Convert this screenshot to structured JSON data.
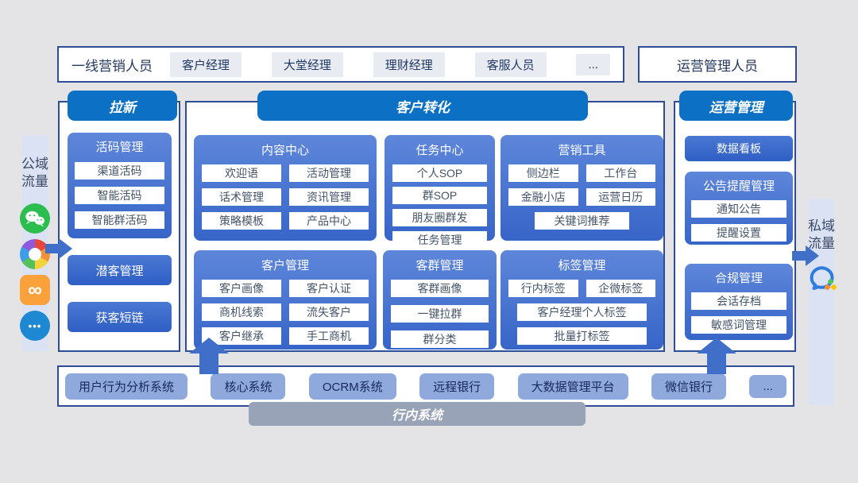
{
  "colors": {
    "background": "#e4e4e6",
    "rail": "#dae2f3",
    "border_navy": "#2e4d96",
    "tab_blue": "#0c70c4",
    "panel_blue_top": "#5e86da",
    "panel_blue_bottom": "#3765c8",
    "chip_light": "#e9ebf2",
    "chip_periwinkle": "#8fa9dd",
    "text_navy": "#1f3864",
    "chip_text": "#44546a",
    "gray_bar": "#98a3b8",
    "arrow_blue": "#3f6fc8",
    "wechat_green": "#2bbd4e",
    "channels_orange": "#faa13c",
    "more_blue": "#1e88d2",
    "wecom_blue": "#2d7cdf"
  },
  "top": {
    "frontline_label": "一线营销人员",
    "frontline_roles": [
      "客户经理",
      "大堂经理",
      "理财经理",
      "客服人员",
      "..."
    ],
    "ops_label": "运营管理人员"
  },
  "left_rail": {
    "label": "公域流量",
    "icons": [
      "wechat-icon",
      "moments-icon",
      "channels-icon",
      "more-icon"
    ]
  },
  "right_rail": {
    "label": "私域流量",
    "icons": [
      "wecom-icon"
    ]
  },
  "acquisition": {
    "title": "拉新",
    "group": {
      "title": "活码管理",
      "items": [
        "渠道活码",
        "智能活码",
        "智能群活码"
      ]
    },
    "buttons": [
      "潜客管理",
      "获客短链"
    ]
  },
  "conversion": {
    "title": "客户转化",
    "panels": {
      "content": {
        "title": "内容中心",
        "items": [
          "欢迎语",
          "活动管理",
          "话术管理",
          "资讯管理",
          "策略模板",
          "产品中心"
        ]
      },
      "task": {
        "title": "任务中心",
        "items": [
          "个人SOP",
          "群SOP",
          "朋友圈群发",
          "任务管理"
        ]
      },
      "marketing": {
        "title": "营销工具",
        "items": [
          "侧边栏",
          "工作台",
          "金融小店",
          "运营日历",
          "关键词推荐"
        ]
      },
      "customer": {
        "title": "客户管理",
        "items": [
          "客户画像",
          "客户认证",
          "商机线索",
          "流失客户",
          "客户继承",
          "手工商机"
        ]
      },
      "group": {
        "title": "客群管理",
        "items": [
          "客群画像",
          "一键拉群",
          "群分类"
        ]
      },
      "tags": {
        "title": "标签管理",
        "items": [
          "行内标签",
          "企微标签",
          "客户经理个人标签",
          "批量打标签"
        ]
      }
    }
  },
  "operations": {
    "title": "运营管理",
    "dashboard": "数据看板",
    "groups": [
      {
        "title": "公告提醒管理",
        "items": [
          "通知公告",
          "提醒设置"
        ]
      },
      {
        "title": "合规管理",
        "items": [
          "会话存档",
          "敏感词管理"
        ]
      }
    ]
  },
  "bottom": {
    "systems": [
      "用户行为分析系统",
      "核心系统",
      "OCRM系统",
      "远程银行",
      "大数据管理平台",
      "微信银行",
      "..."
    ],
    "bar_label": "行内系统"
  }
}
